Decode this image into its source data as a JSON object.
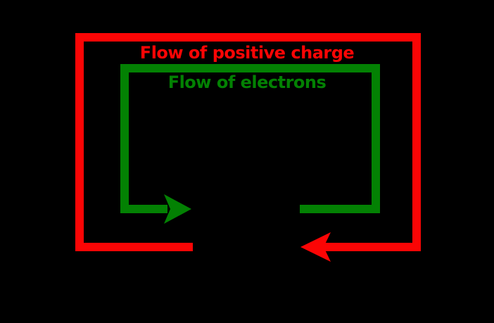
{
  "diagram": {
    "background_color": "#000000",
    "loops": {
      "positive_charge": {
        "label": "Flow of positive charge",
        "color": "#fb0505",
        "arrow_direction": "left"
      },
      "electrons": {
        "label": "Flow of electrons",
        "color": "#038103",
        "arrow_direction": "right"
      }
    },
    "icons": {
      "positive_charge_arrow": "arrow-left-icon",
      "electron_arrow": "arrow-right-icon"
    }
  }
}
